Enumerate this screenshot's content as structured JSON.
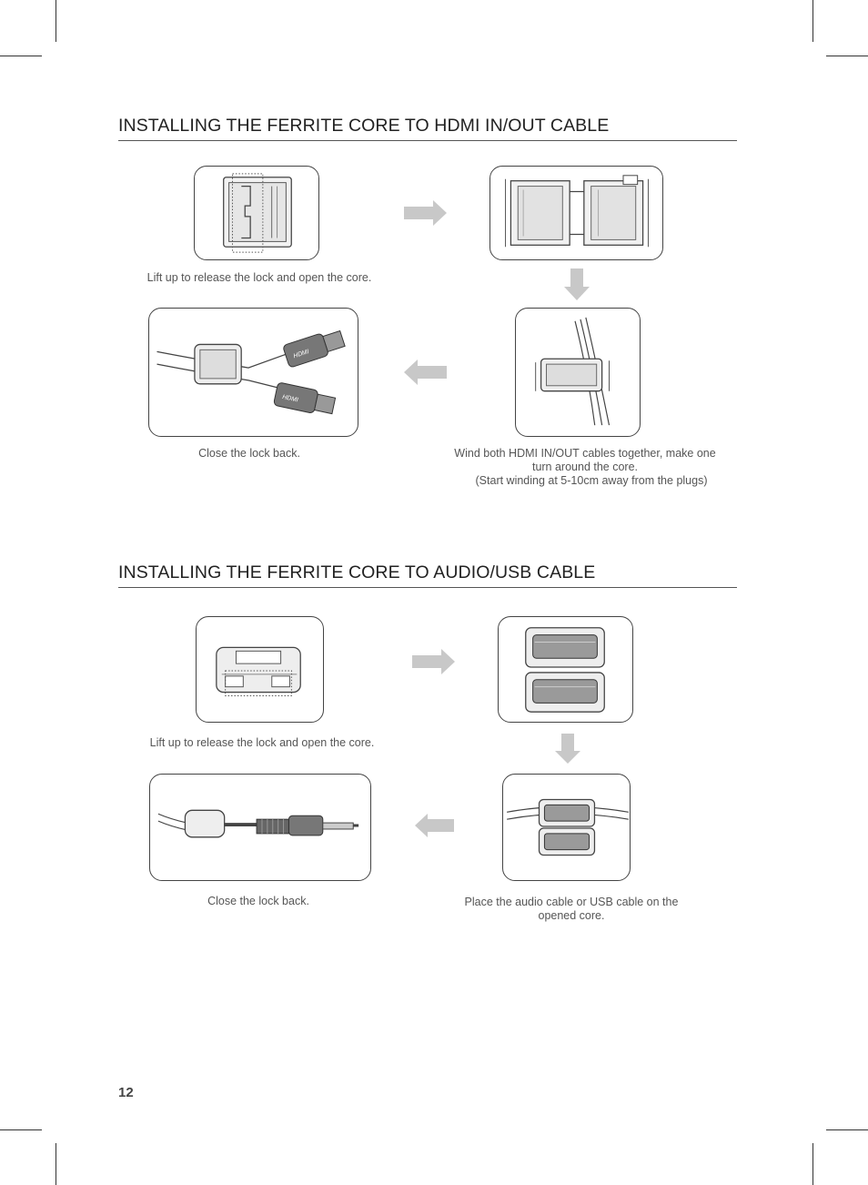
{
  "sections": [
    {
      "title": "INSTALLING THE FERRITE CORE TO HDMI IN/OUT CABLE",
      "captions": {
        "step1": "Lift up to release the lock and open the core.",
        "step3": [
          "Wind both HDMI IN/OUT cables together, make one",
          "turn around the core.",
          "(Start winding at 5-10cm away from the plugs)"
        ],
        "step4": "Close the lock back."
      },
      "plug_label": "HDMI"
    },
    {
      "title": "INSTALLING THE FERRITE CORE TO AUDIO/USB CABLE",
      "captions": {
        "step1": "Lift up to release the lock and open the core.",
        "step3": [
          "Place the audio cable or USB cable on the",
          "opened core."
        ],
        "step4": "Close the lock back."
      }
    }
  ],
  "page_number": "12",
  "colors": {
    "arrow": "#c8c8c8",
    "line": "#444444",
    "text": "#555555"
  }
}
